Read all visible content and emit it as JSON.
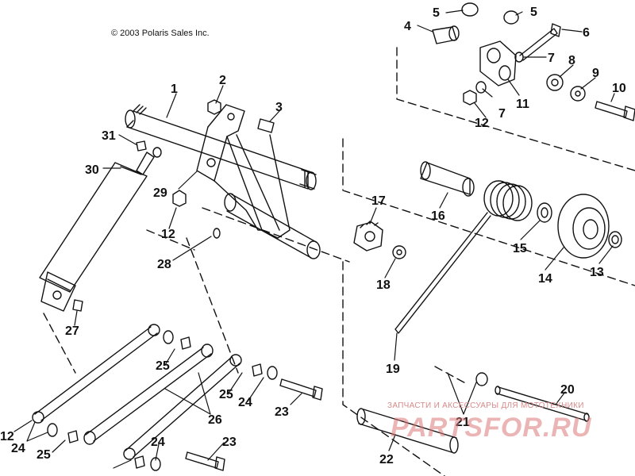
{
  "copyright": "© 2003 Polaris Sales Inc.",
  "watermark": {
    "caption": "ЗАПЧАСТИ И АКСЕССУАРЫ ДЛЯ МОТОТЕХНИКИ",
    "logo": "PARTSFOR.RU"
  },
  "callouts": [
    "1",
    "2",
    "3",
    "4",
    "5",
    "5",
    "6",
    "7",
    "7",
    "8",
    "9",
    "10",
    "11",
    "12",
    "12",
    "12",
    "13",
    "14",
    "15",
    "16",
    "17",
    "18",
    "19",
    "20",
    "21",
    "22",
    "23",
    "23",
    "24",
    "24",
    "24",
    "25",
    "25",
    "25",
    "26",
    "27",
    "28",
    "29",
    "30",
    "31"
  ],
  "colors": {
    "line": "#111111",
    "watermark": "#d98a8a"
  }
}
